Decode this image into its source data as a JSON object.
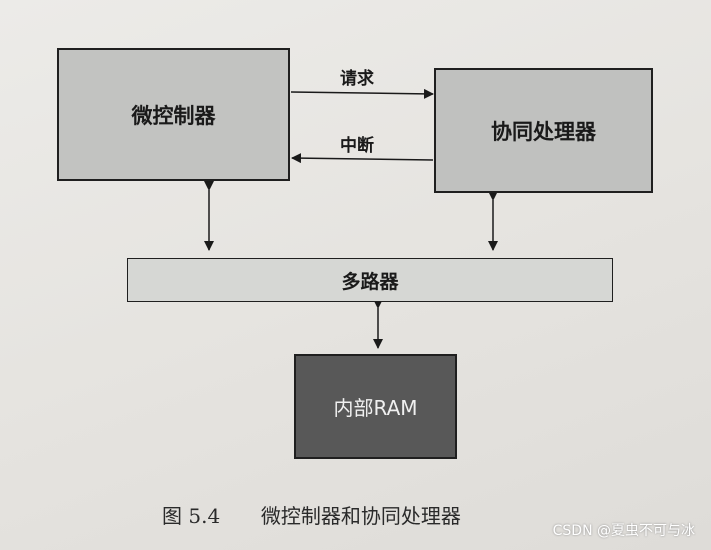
{
  "diagram": {
    "nodes": {
      "microcontroller": "微控制器",
      "coprocessor": "协同处理器",
      "multiplexer": "多路器",
      "internal_ram": "内部RAM"
    },
    "edges": {
      "request": "请求",
      "interrupt": "中断"
    }
  },
  "caption": {
    "figure_number": "图 5.4",
    "title": "微控制器和协同处理器"
  },
  "watermark": "CSDN @夏虫不可与冰"
}
